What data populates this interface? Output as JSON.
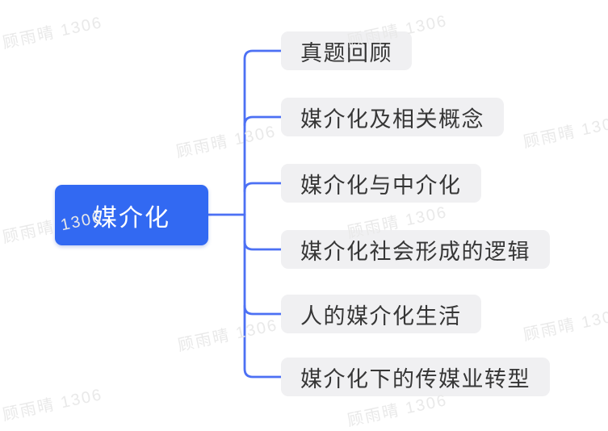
{
  "root": {
    "label": "媒介化"
  },
  "children": [
    {
      "label": "真题回顾"
    },
    {
      "label": "媒介化及相关概念"
    },
    {
      "label": "媒介化与中介化"
    },
    {
      "label": "媒介化社会形成的逻辑"
    },
    {
      "label": "人的媒介化生活"
    },
    {
      "label": "媒介化下的传媒业转型"
    }
  ],
  "watermark": {
    "text": "顾雨晴 1306"
  },
  "colors": {
    "root_bg": "#3269F2",
    "root_text": "#FFFFFF",
    "child_bg": "#F0F0F2",
    "child_text": "#363636",
    "connector": "#4C70F4",
    "watermark": "#E9E9E9",
    "background": "#FFFFFF"
  }
}
